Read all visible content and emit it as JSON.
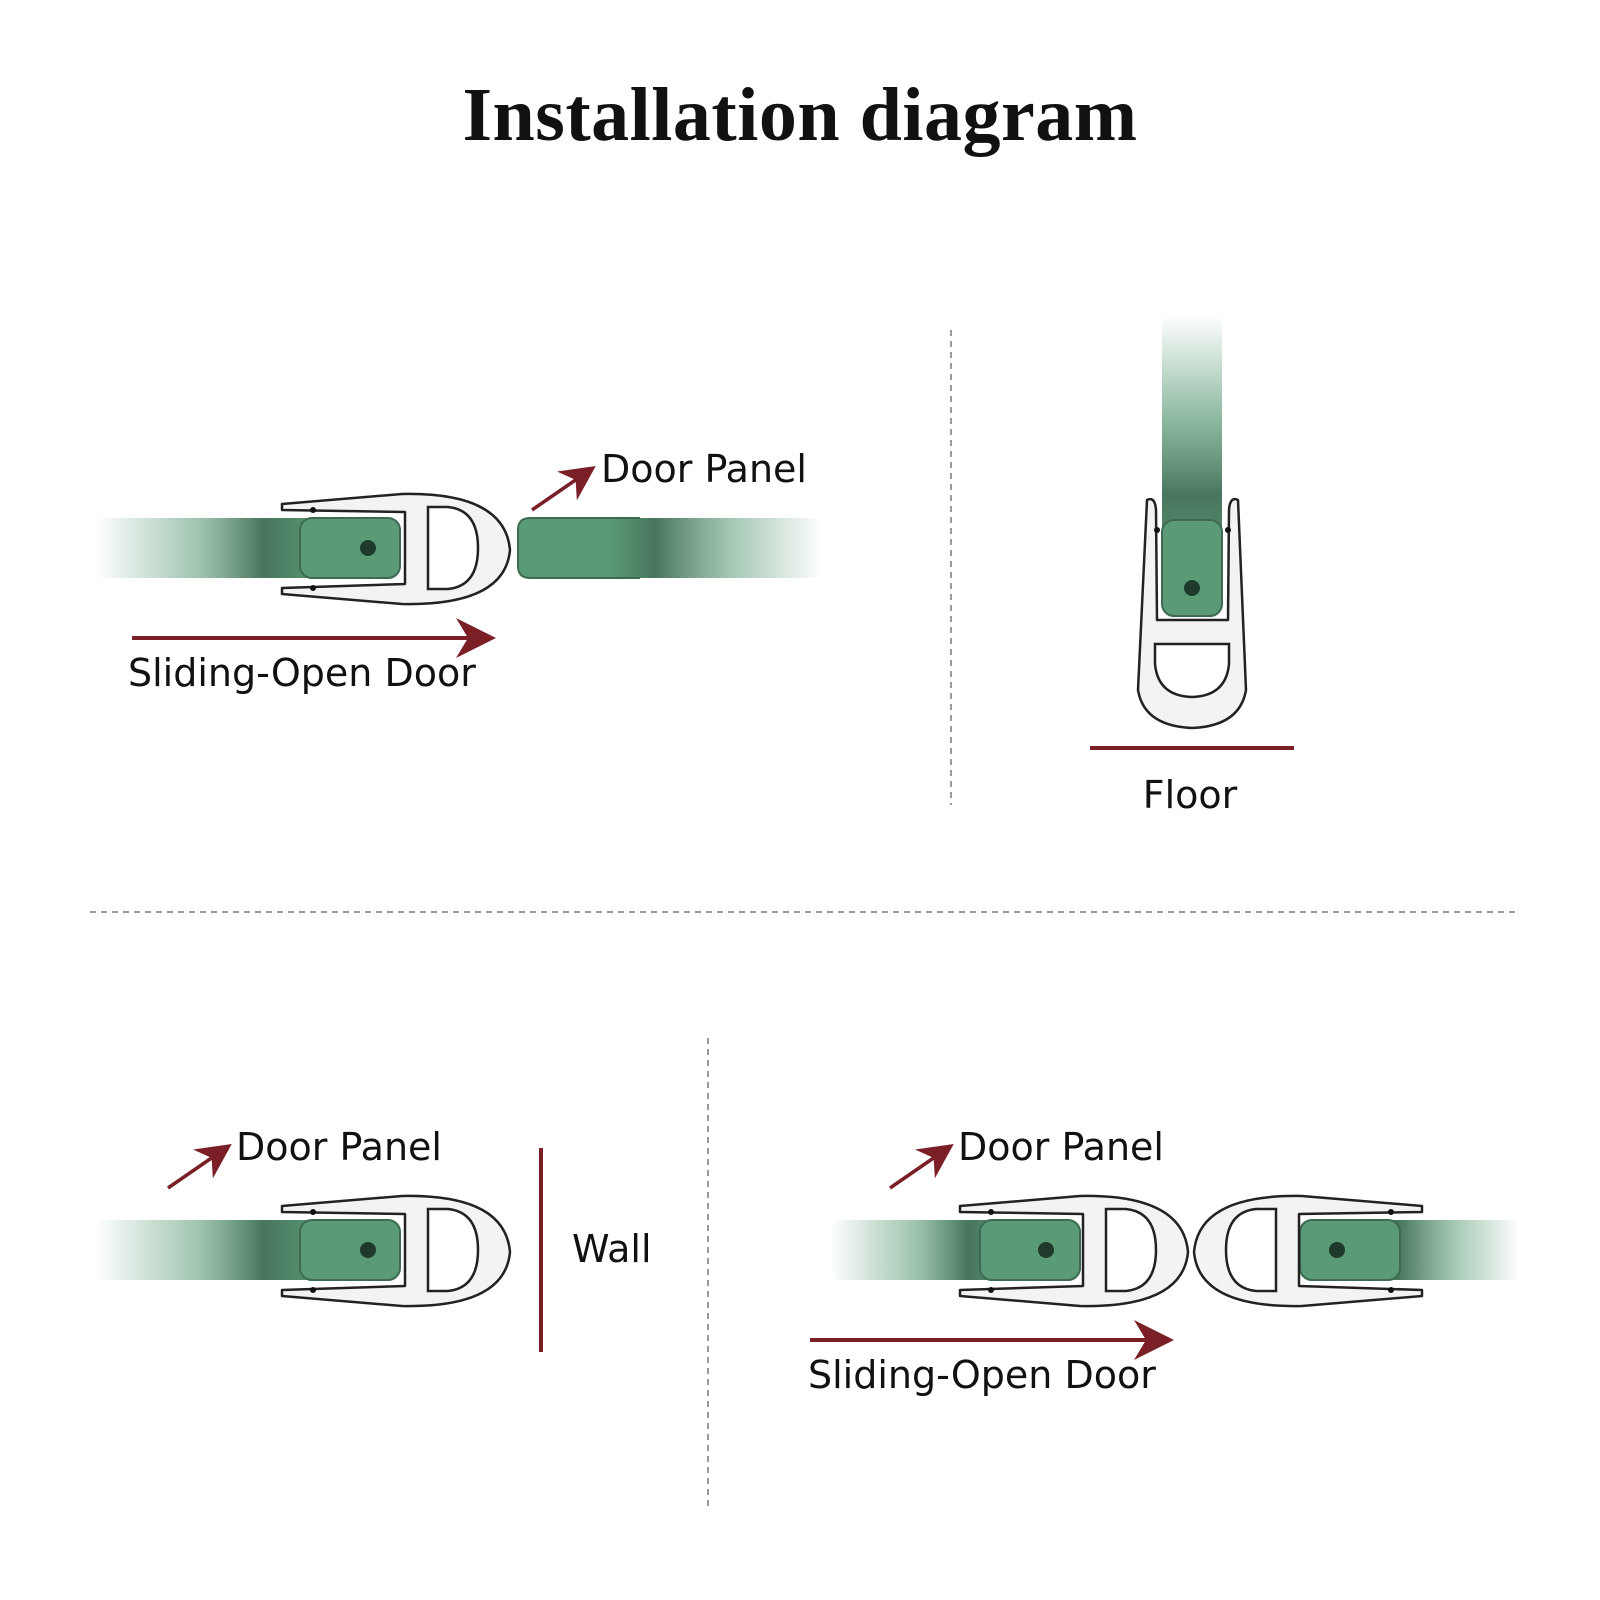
{
  "title": "Installation diagram",
  "colors": {
    "glass": "#5a9a76",
    "glass_dark": "#2e4a3a",
    "seal_fill": "#f3f3f3",
    "seal_stroke": "#222222",
    "accent": "#7a1f26",
    "divider": "#9a9a9a",
    "text": "#111111"
  },
  "panels": {
    "sliding_single": {
      "door_panel_label": "Door Panel",
      "direction_label": "Sliding-Open Door"
    },
    "floor": {
      "floor_label": "Floor"
    },
    "wall": {
      "door_panel_label": "Door Panel",
      "wall_label": "Wall"
    },
    "sliding_double": {
      "door_panel_label": "Door Panel",
      "direction_label": "Sliding-Open Door"
    }
  }
}
